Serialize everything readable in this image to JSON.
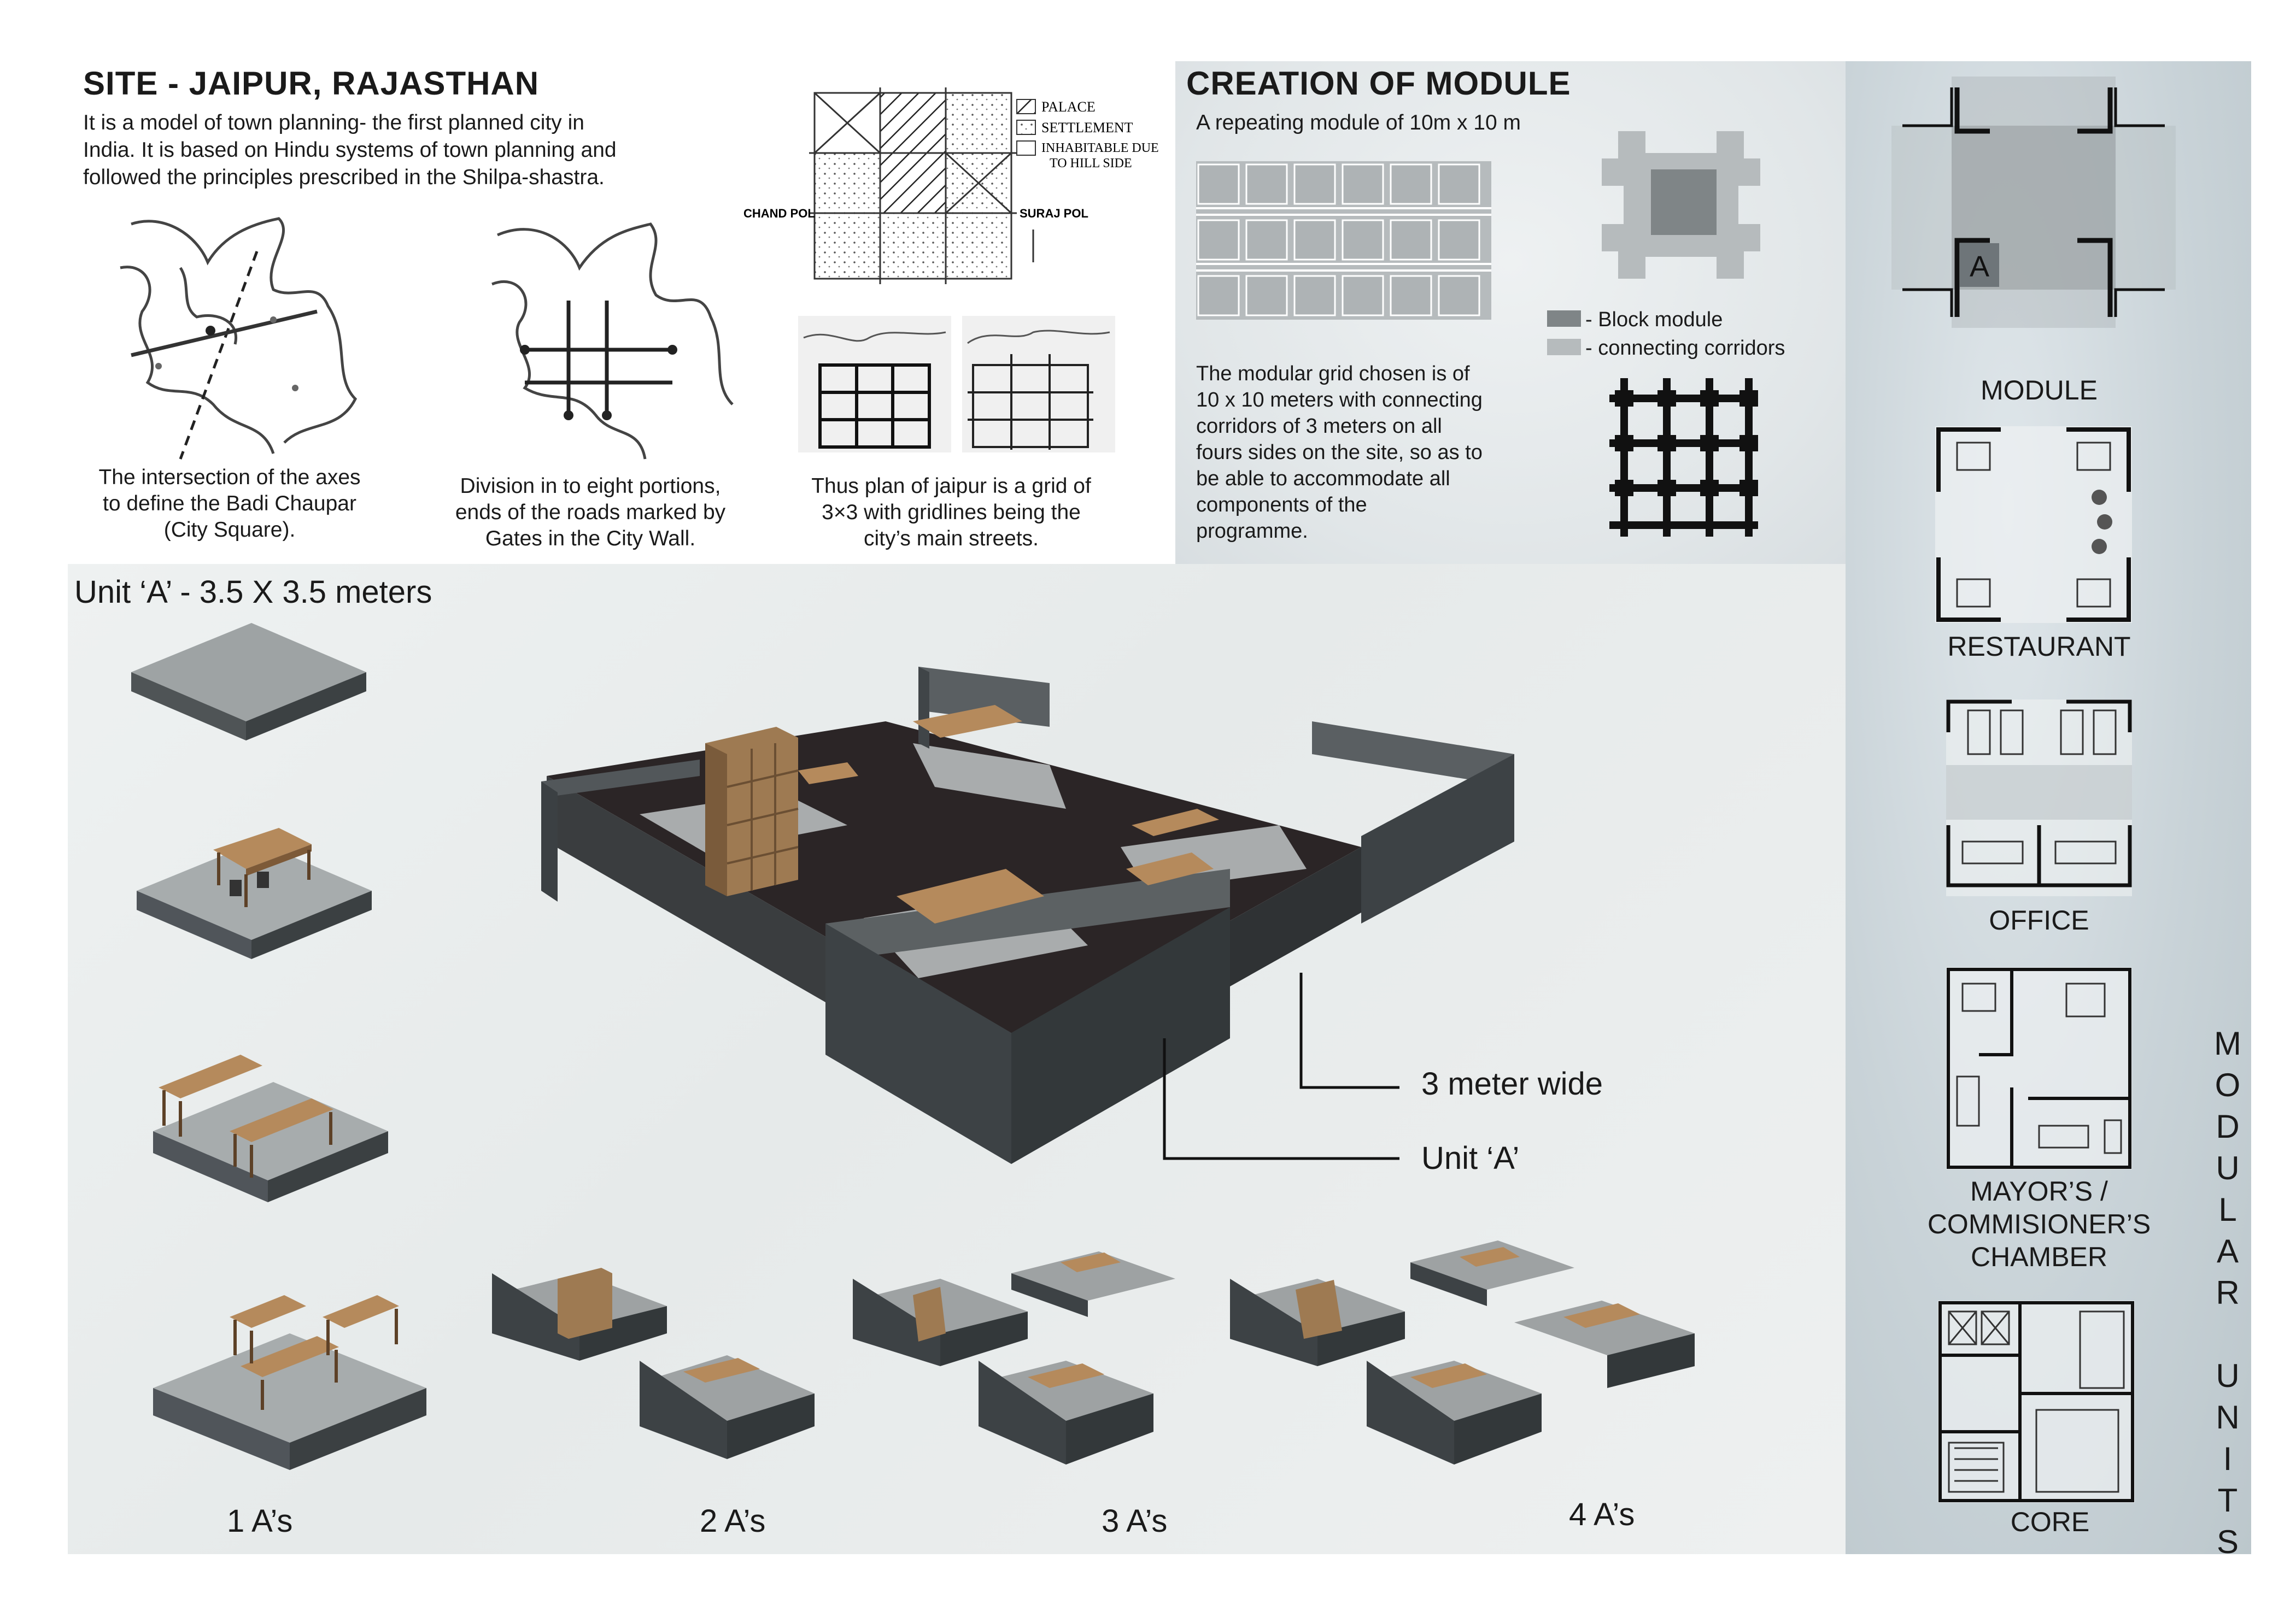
{
  "site": {
    "title": "SITE - JAIPUR, RAJASTHAN",
    "intro_lines": [
      "It is a model of town planning- the first planned city in",
      "India. It is based on Hindu systems of town planning and",
      "followed the principles prescribed in the Shilpa-shastra."
    ],
    "captions": [
      [
        "The intersection of the axes",
        "to define the Badi Chaupar",
        "(City Square)."
      ],
      [
        "Division in to eight portions,",
        "ends of the roads marked by",
        "Gates in the City Wall."
      ],
      [
        "Thus plan of jaipur is a grid of",
        "3×3 with gridlines being the",
        "city’s main streets."
      ]
    ],
    "grid_sketch": {
      "legend": [
        "PALACE",
        "SETTLEMENT",
        "INHABITABLE DUE",
        "TO HILL SIDE"
      ],
      "left_label": "CHAND POL",
      "right_label": "SURAJ POL"
    }
  },
  "module": {
    "title": "CREATION OF MODULE",
    "subtitle": "A repeating module of 10m x 10 m",
    "legend": [
      "- Block module",
      "- connecting corridors"
    ],
    "desc_lines": [
      "The modular grid chosen is of",
      "10 x 10 meters with connecting",
      "corridors of 3 meters on all",
      "fours sides on the site,  so as to",
      "be able to accommodate all",
      "components of the",
      "programme."
    ],
    "colors": {
      "block": "#7f8587",
      "corridor": "#b6bbbd"
    }
  },
  "unit": {
    "title": "Unit ‘A’ - 3.5 X 3.5 meters",
    "annotations": [
      "3 meter wide",
      "Unit ‘A’"
    ],
    "counts": [
      "1 A’s",
      "2 A’s",
      "3 A’s",
      "4 A’s"
    ]
  },
  "modular_units": {
    "vertical_title": [
      "M",
      "O",
      "D",
      "U",
      "L",
      "A",
      "R",
      "",
      "U",
      "N",
      "I",
      "T",
      "S"
    ],
    "module_letter": "A",
    "labels": {
      "module": "MODULE",
      "restaurant": "RESTAURANT",
      "office": "OFFICE",
      "mayor_lines": [
        "MAYOR’S /",
        "COMMISIONER’S",
        "CHAMBER"
      ],
      "core": "CORE"
    }
  }
}
